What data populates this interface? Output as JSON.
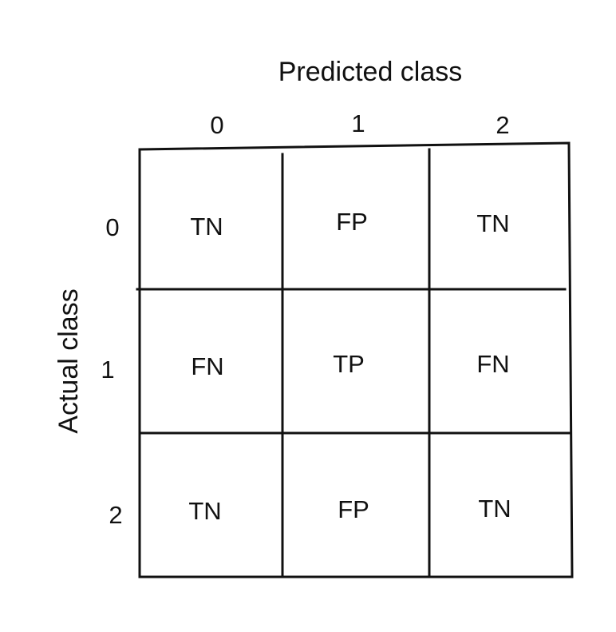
{
  "diagram": {
    "x_title": "Predicted class",
    "y_title": "Actual class",
    "predicted_labels": [
      "0",
      "1",
      "2"
    ],
    "actual_labels": [
      "0",
      "1",
      "2"
    ],
    "cells": [
      [
        "TN",
        "FP",
        "TN"
      ],
      [
        "FN",
        "TP",
        "FN"
      ],
      [
        "TN",
        "FP",
        "TN"
      ]
    ]
  }
}
